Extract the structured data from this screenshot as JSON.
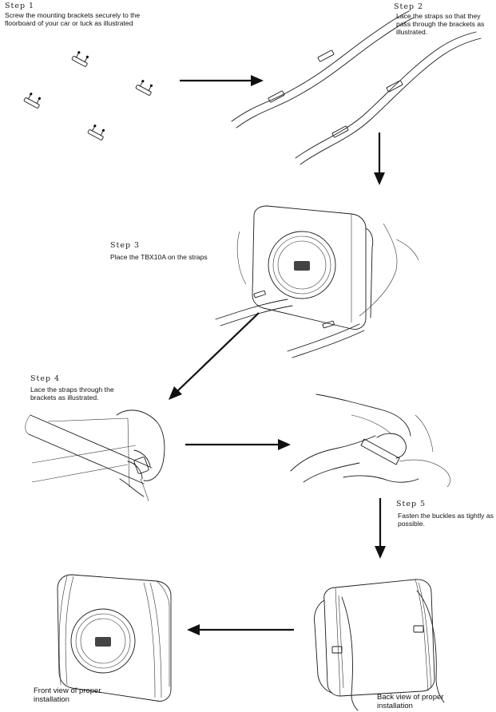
{
  "steps": [
    {
      "title": "Step 1",
      "text": "Screw the mounting brackets securely to the floorboard of your car or tuck as illustrated"
    },
    {
      "title": "Step 2",
      "text": "Lace the straps so that they pass through the brackets as illustrated."
    },
    {
      "title": "Step 3",
      "text": "Place the TBX10A on the straps"
    },
    {
      "title": "Step 4",
      "text": "Lace the straps through the brackets as illustrated."
    },
    {
      "title": "Step 5",
      "text": "Fasten the buckles as tightly as possible."
    }
  ],
  "captions": {
    "front": "Front view of proper installation",
    "back": "Back view of proper installation"
  }
}
